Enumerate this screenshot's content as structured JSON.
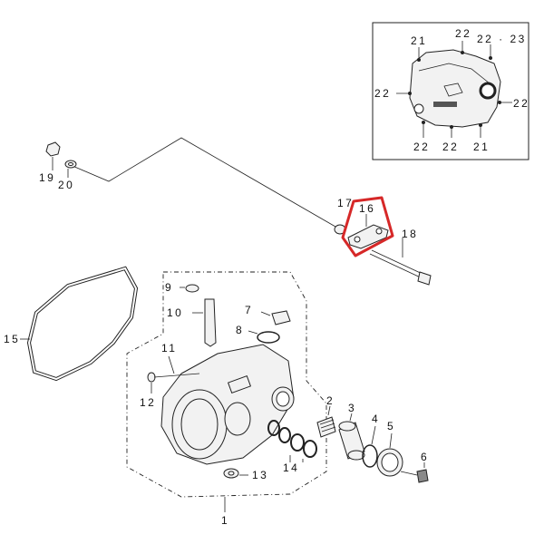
{
  "diagram": {
    "highlight_color": "#d62828",
    "highlighted_part": "16",
    "labels": {
      "p1": "1",
      "p2": "2",
      "p3": "3",
      "p4": "4",
      "p5": "5",
      "p6": "6",
      "p7": "7",
      "p8": "8",
      "p9": "9",
      "p10": "10",
      "p11": "11",
      "p12": "12",
      "p13": "13",
      "p14": "14",
      "p15": "15",
      "p16": "16",
      "p17": "17",
      "p18": "18",
      "p19": "19",
      "p20": "20",
      "inset_21a": "21",
      "inset_22a": "22",
      "inset_22_23": "22 · 23",
      "inset_22b": "22",
      "inset_22c": "22",
      "inset_22d": "22",
      "inset_22e": "22",
      "inset_21b": "21"
    }
  }
}
